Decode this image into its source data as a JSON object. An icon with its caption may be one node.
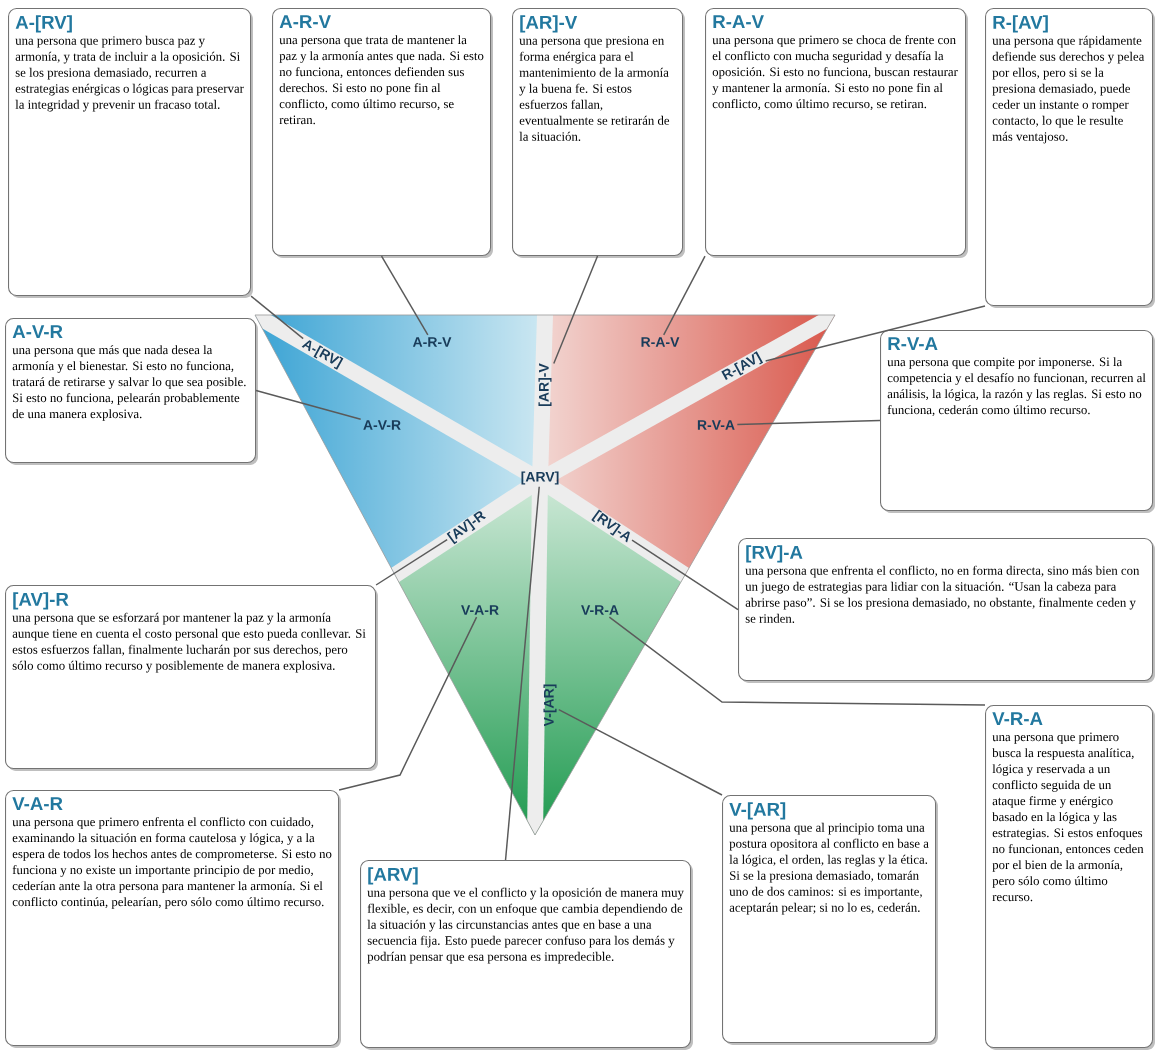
{
  "diagram": {
    "nodes": [
      {
        "text": [
          "A-[RV]",
          "una persona que primero busca paz y armonía, y trata de incluir a la oposición. Si se los presiona demasiado, recurren a estrategias enérgicas o lógicas para preservar la integridad y prevenir un fracaso total."
        ]
      },
      {
        "text": [
          "A-R-V",
          "una persona que trata de mantener la paz y la armonía antes que nada. Si esto no funciona, entonces defienden sus derechos. Si esto no pone fin al conflicto, como último recurso, se retiran."
        ]
      },
      {
        "text": [
          "[AR]-V",
          "una persona que presiona en forma enérgica para el mantenimiento de la armonía y la buena fe. Si estos esfuerzos fallan, eventualmente se retirarán de la situación."
        ]
      },
      {
        "text": [
          "R-A-V",
          "una persona que primero se choca de frente con el conflicto con mucha seguridad y desafía la oposición. Si esto no funciona, buscan restaurar y mantener la armonía. Si esto no pone fin al conflicto, como último recurso, se retiran."
        ]
      },
      {
        "text": [
          "R-[AV]",
          "una persona que rápidamente defiende sus derechos y pelea por ellos, pero si se la presiona demasiado, puede ceder un instante o romper contacto, lo que le resulte más ventajoso."
        ]
      },
      {
        "text": [
          "A-V-R",
          "una persona que más que nada desea la armonía y el bienestar. Si esto no funciona, tratará de retirarse y salvar lo que sea posible. Si esto no funciona, pelearán probablemente de una manera explosiva."
        ]
      },
      {
        "text": [
          "R-V-A",
          "una persona que compite por imponerse. Si la competencia y el desafío no funcionan, recurren al análisis, la lógica, la razón y las reglas. Si esto no funciona, cederán como último recurso."
        ]
      },
      {
        "text": [
          "[AV]-R",
          "una persona que se esforzará por mantener la paz y la armonía aunque tiene en cuenta el costo personal que esto pueda conllevar. Si estos esfuerzos fallan, finalmente lucharán por sus derechos, pero sólo como último recurso y posiblemente de manera explosiva."
        ]
      },
      {
        "text": [
          "[RV]-A",
          "una persona que enfrenta el conflicto, no en forma directa, sino más bien con un juego de estrategias para lidiar con la situación. “Usan la cabeza para abrirse paso”. Si se los presiona demasiado, no obstante, finalmente ceden y se rinden."
        ]
      },
      {
        "text": [
          "V-A-R",
          "una persona que primero enfrenta el conflicto con cuidado, examinando la situación en forma cautelosa y lógica, y a la espera de todos los hechos antes de comprometerse. Si esto no funciona y no existe un importante principio de por medio, cederían ante la otra persona para mantener la armonía. Si el conflicto continúa, pelearían, pero sólo como último recurso."
        ]
      },
      {
        "text": [
          "[ARV]",
          "una persona que ve el conflicto y la oposición de manera muy flexible, es decir, con un enfoque que cambia dependiendo de la situación y las circunstancias antes que en base a una secuencia fija. Esto puede parecer confuso para los demás y podrían pensar que esa persona es impredecible."
        ]
      },
      {
        "text": [
          "V-[AR]",
          "una persona que al principio toma una postura opositora al conflicto en base a la lógica, el orden, las reglas y la ética. Si se la presiona demasiado, tomarán uno de dos caminos: si es importante, aceptarán pelear; si no lo es, cederán."
        ]
      },
      {
        "text": [
          "V-R-A",
          "una persona que primero busca la respuesta analítica, lógica y reservada a un conflicto seguida de un ataque firme y enérgico basado en la lógica y las estrategias. Si estos enfoques no funcionan, entonces ceden por el bien de la armonía, pero sólo como último recurso."
        ]
      },
      {
        "text": [],
        "shape": "triangle"
      },
      {
        "text": [
          "A-R-V"
        ],
        "in": 13
      },
      {
        "text": [
          "R-A-V"
        ],
        "in": 13
      },
      {
        "text": [
          "A-[RV]"
        ],
        "in": 13
      },
      {
        "text": [
          "[AR]-V"
        ],
        "in": 13
      },
      {
        "text": [
          "R-[AV]"
        ],
        "in": 13
      },
      {
        "text": [
          "A-V-R"
        ],
        "in": 13
      },
      {
        "text": [
          "R-V-A"
        ],
        "in": 13
      },
      {
        "text": [
          "[ARV]"
        ],
        "in": 13
      },
      {
        "text": [
          "[AV]-R"
        ],
        "in": 13
      },
      {
        "text": [
          "[RV]-A"
        ],
        "in": 13
      },
      {
        "text": [
          "V-A-R"
        ],
        "in": 13
      },
      {
        "text": [
          "V-R-A"
        ],
        "in": 13
      },
      {
        "text": [
          "V-[AR]"
        ],
        "in": 13
      }
    ],
    "edges": [
      {
        "from": 0,
        "to": 16,
        "arrow": "none"
      },
      {
        "from": 1,
        "to": 14,
        "arrow": "none"
      },
      {
        "from": 2,
        "to": 17,
        "arrow": "none"
      },
      {
        "from": 3,
        "to": 15,
        "arrow": "none"
      },
      {
        "from": 4,
        "to": 18,
        "arrow": "none"
      },
      {
        "from": 5,
        "to": 19,
        "arrow": "none"
      },
      {
        "from": 6,
        "to": 20,
        "arrow": "none"
      },
      {
        "from": 7,
        "to": 22,
        "arrow": "none"
      },
      {
        "from": 8,
        "to": 23,
        "arrow": "none"
      },
      {
        "from": 9,
        "to": 24,
        "arrow": "none"
      },
      {
        "from": 10,
        "to": 21,
        "arrow": "none"
      },
      {
        "from": 11,
        "to": 26,
        "arrow": "none"
      },
      {
        "from": 12,
        "to": 25,
        "arrow": "none"
      }
    ]
  }
}
